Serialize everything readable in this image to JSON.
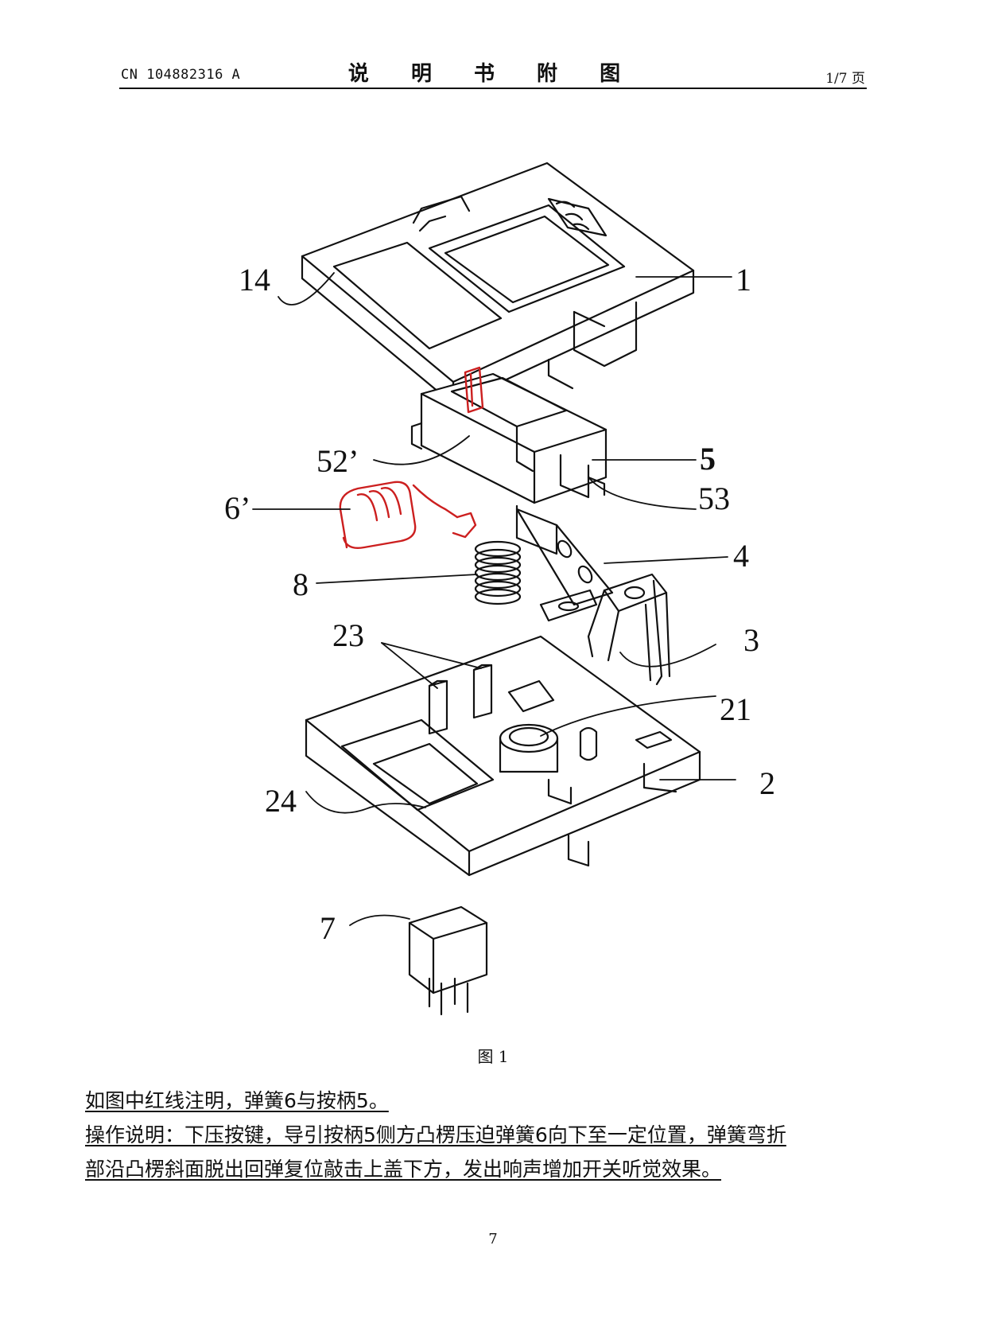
{
  "header": {
    "publication_number": "CN 104882316 A",
    "title": "说 明 书 附 图",
    "page_of": "1/7 页"
  },
  "figure": {
    "caption": "图 1",
    "labels": {
      "l14": "14",
      "l1": "1",
      "l52": "52’",
      "l5": "5",
      "l6": "6’",
      "l53": "53",
      "l4": "4",
      "l8": "8",
      "l23": "23",
      "l3": "3",
      "l21": "21",
      "l2": "2",
      "l24": "24",
      "l7": "7"
    },
    "highlight_color": "#cc1f1f"
  },
  "notes": {
    "line1": "如图中红线注明，弹簧6与按柄5。",
    "line2": "操作说明：下压按键，导引按柄5侧方凸楞压迫弹簧6向下至一定位置，弹簧弯折",
    "line3": "部沿凸楞斜面脱出回弹复位敲击上盖下方，发出响声增加开关听觉效果。"
  },
  "page_number": "7"
}
